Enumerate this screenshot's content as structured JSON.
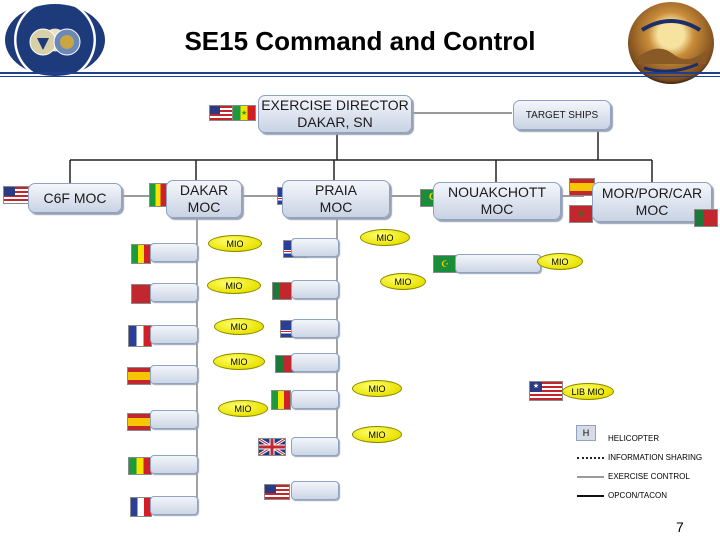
{
  "title": "SE15 Command and Control",
  "top": {
    "director_line1": "EXERCISE DIRECTOR",
    "director_line2": "DAKAR, SN",
    "target_ships": "TARGET SHIPS"
  },
  "mocs": {
    "c6f": "C6F MOC",
    "dakar_1": "DAKAR",
    "dakar_2": "MOC",
    "praia_1": "PRAIA",
    "praia_2": "MOC",
    "nouakchott_1": "NOUAKCHOTT",
    "nouakchott_2": "MOC",
    "mor_1": "MOR/POR/CAR",
    "mor_2": "MOC"
  },
  "mio_label": "MIO",
  "liberia_mio": "LIB MIO",
  "legend": [
    {
      "label": "HELICOPTER",
      "symbol": "H"
    },
    {
      "label": "INFORMATION SHARING",
      "style": "dotted"
    },
    {
      "label": "EXERCISE CONTROL",
      "style": "gray"
    },
    {
      "label": "OPCON/TACON",
      "style": "black"
    }
  ],
  "page_number": "7",
  "logos": [
    "us-naval-forces-europe-africa-seal",
    "saharan-express-logo"
  ]
}
